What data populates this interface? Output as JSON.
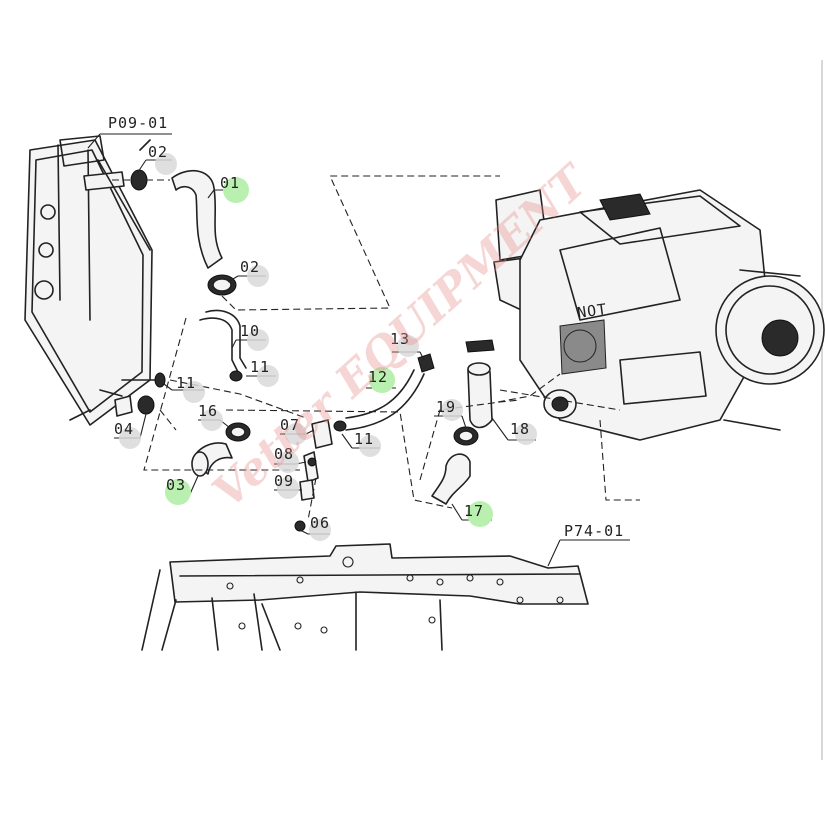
{
  "diagram": {
    "assembly_refs": [
      {
        "id": "radiator-ref",
        "text": "P09-01"
      },
      {
        "id": "frame-ref",
        "text": "P74-01"
      }
    ],
    "callouts": [
      {
        "id": "c-02a",
        "text": "02",
        "highlight": false
      },
      {
        "id": "c-01",
        "text": "01",
        "highlight": true
      },
      {
        "id": "c-02b",
        "text": "02",
        "highlight": false
      },
      {
        "id": "c-10",
        "text": "10",
        "highlight": false
      },
      {
        "id": "c-11a",
        "text": "11",
        "highlight": false
      },
      {
        "id": "c-11b",
        "text": "11",
        "highlight": false
      },
      {
        "id": "c-04",
        "text": "04",
        "highlight": false
      },
      {
        "id": "c-16",
        "text": "16",
        "highlight": false
      },
      {
        "id": "c-07",
        "text": "07",
        "highlight": false
      },
      {
        "id": "c-08",
        "text": "08",
        "highlight": false
      },
      {
        "id": "c-09",
        "text": "09",
        "highlight": false
      },
      {
        "id": "c-03",
        "text": "03",
        "highlight": true
      },
      {
        "id": "c-06",
        "text": "06",
        "highlight": false
      },
      {
        "id": "c-11c",
        "text": "11",
        "highlight": false
      },
      {
        "id": "c-12",
        "text": "12",
        "highlight": true
      },
      {
        "id": "c-13",
        "text": "13",
        "highlight": false
      },
      {
        "id": "c-19",
        "text": "19",
        "highlight": false
      },
      {
        "id": "c-18",
        "text": "18",
        "highlight": false
      },
      {
        "id": "c-17",
        "text": "17",
        "highlight": true
      }
    ],
    "watermark": "Vetter EQUIPMENT",
    "colors": {
      "highlight": "#b9f0b0",
      "badge": "#d9d9d9",
      "line": "#222222",
      "watermark": "#e88a8a"
    }
  }
}
